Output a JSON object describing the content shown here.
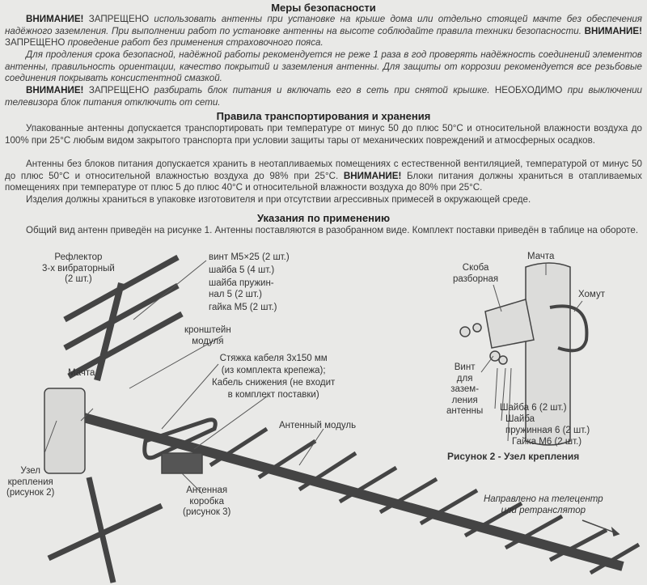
{
  "safety": {
    "title": "Меры безопасности",
    "p1_w1": "ВНИМАНИЕ!",
    "p1_t1": "ЗАПРЕЩЕНО",
    "p1_t2": "использовать антенны при установке на крыше дома или отдельно стоящей мачте без обеспечения надёжного заземления. При выполнении работ по установке антенны на высоте соблюдайте правила техники безопасности.",
    "p1_w2": "ВНИМАНИЕ!",
    "p1_t3": "ЗАПРЕЩЕНО",
    "p1_t4": "проведение работ без применения страховочного пояса.",
    "p2": "Для продления срока безопасной, надёжной работы рекомендуется не реже 1 раза в год проверять надёжность соединений элементов антенны, правильность ориентации, качество покрытий и заземления антенны. Для защиты от коррозии рекомендуется все резьбовые соединения покрывать консистентной смазкой.",
    "p3_w": "ВНИМАНИЕ!",
    "p3_t1": "ЗАПРЕЩЕНО",
    "p3_t2": "разбирать блок питания и включать его в сеть при снятой крышке.",
    "p3_t3": "НЕОБХОДИМО",
    "p3_t4": "при выключении телевизора блок питания отключить от сети."
  },
  "transport": {
    "title": "Правила транспортирования и хранения",
    "p1": "Упакованные антенны допускается транспортировать при температуре от минус 50 до плюс 50°С и относительной влажности воздуха до 100% при 25°С любым видом закрытого транспорта при условии защиты тары от механических повреждений и атмосферных осадков.",
    "p2_a": "Антенны без блоков питания допускается хранить в неотапливаемых помещениях с естественной вентиляцией, температурой от минус 50 до плюс 50°С и относительной влажностью воздуха до 98% при 25°С.",
    "p2_w": "ВНИМАНИЕ!",
    "p2_b": "Блоки питания должны храниться в отапливаемых помещениях при температуре от плюс 5 до плюс 40°С и относительной влажности воздуха до 80% при 25°С.",
    "p3": "Изделия должны храниться в упаковке изготовителя и при отсутствии агрессивных примесей в окружающей среде."
  },
  "usage": {
    "title": "Указания по применению",
    "p1": "Общий вид антенн приведён на рисунке 1. Антенны поставляются в разобранном виде. Комплект поставки приведён в таблице на обороте."
  },
  "figure1": {
    "reflector": "Рефлектор\n3-х вибраторный\n(2 шт.)",
    "screw": "винт М5×25 (2 шт.)",
    "washer": "шайба 5 (4 шт.)",
    "spring_washer": "шайба пружин-\nнал 5 (2 шт.)",
    "nut": "гайка М5 (2 шт.)",
    "bracket": "кронштейн\nмодуля",
    "cable_tie": "Стяжка кабеля 3х150 мм\n(из комплекта крепежа);\nКабель снижения (не входит\nв комплект поставки)",
    "mast": "Мачта",
    "module": "Антенный модуль",
    "mount": "Узел\nкрепления\n(рисунок 2)",
    "box": "Антенная\nкоробка\n(рисунок 3)",
    "direction": "Направлено на телецентр\nили ретранслятор"
  },
  "figure2": {
    "clamp": "Скоба\nразборная",
    "mast": "Мачта",
    "collar": "Хомут",
    "ground_screw": "Винт\nдля\nзазем-\nления\nантенны",
    "washer6": "Шайба 6 (2 шт.)",
    "spring_washer6": "Шайба\nпружинная 6 (2 шт.)",
    "nut6": "Гайка М6 (2 шт.)",
    "caption": "Рисунок 2 - Узел крепления"
  }
}
